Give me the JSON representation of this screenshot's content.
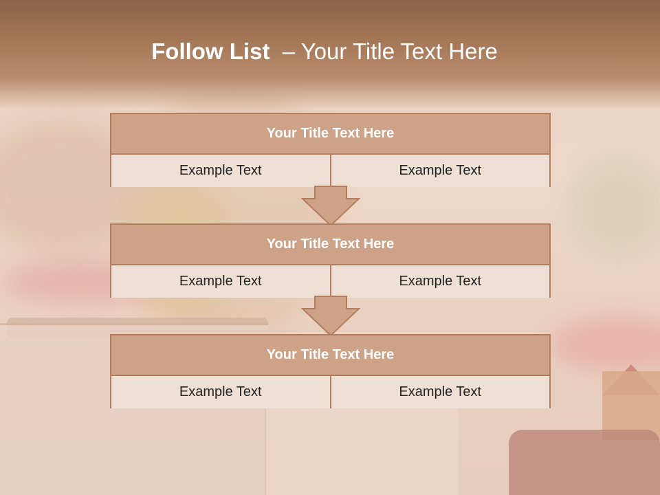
{
  "slide": {
    "title_bold": "Follow List",
    "title_rest": "  – Your Title Text Here"
  },
  "blocks": [
    {
      "title": "Your Title Text Here",
      "left": "Example Text",
      "right": "Example Text"
    },
    {
      "title": "Your Title Text Here",
      "left": "Example Text",
      "right": "Example Text"
    },
    {
      "title": "Your Title Text Here",
      "left": "Example Text",
      "right": "Example Text"
    }
  ],
  "colors": {
    "header": "#a37656",
    "block_head": "#cda287",
    "block_border": "#b27e5e",
    "cell_bg": "#efe0d6",
    "arrow_fill": "#cda287"
  },
  "icons": [
    "down-arrow-icon"
  ]
}
